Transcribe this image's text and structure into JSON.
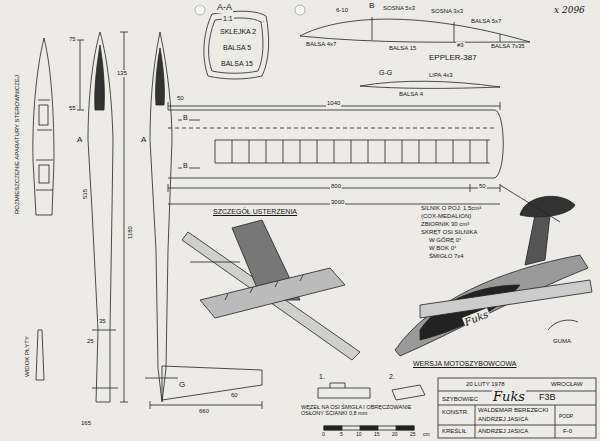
{
  "diagram": {
    "labels": [
      "A-A",
      "1:1",
      "SKLEJKA 2",
      "BALSA 5",
      "BALSA 15",
      "6-10",
      "B",
      "SOSNA 5x3",
      "SOSNA 3x3",
      "BALSA 5x7",
      "BALSA 4x7",
      "BALSA 15",
      "#3",
      "BALSA 7x35",
      "EPPLER-387",
      "G-G",
      "LIPA 4x3",
      "BALSA 4",
      "x 2096",
      "ROZMIESZCZENIE APARATURY STEROWNICZEJ",
      "WIDOK PŁYTY",
      "75",
      "55",
      "135",
      "1180",
      "535",
      "35",
      "25",
      "165",
      "660",
      "60",
      "50",
      "1040",
      "800",
      "50",
      "3000",
      "B",
      "B",
      "A",
      "A",
      "G",
      "SZCZEGÓŁ USTERZENIA",
      "SILNIK O POJ. 1,5cm³",
      "(COX-MEDALION)",
      "ZBIORNIK 30 cm³",
      "SKRĘT OSI SILNIKA",
      "W GÓRĘ 0°",
      "W BOK 0°",
      "ŚMIGŁO 7x4",
      "Fuks",
      "GUMA",
      "WERSJA MOTOSZYBOWCOWA",
      "1.",
      "2.",
      "WĘZEŁ NA OSI ŚMIGŁA I OBRĘCZOWANIE OSŁONY ŚCIANKI 0,8 mm",
      "0",
      "5",
      "10",
      "15",
      "20",
      "25",
      "cm",
      "20 LUTY 1978",
      "WROCŁAW",
      "SZYBOWIEC",
      "Fuks",
      "F3B",
      "KONSTR.",
      "WALDEMAR BEREZECKI",
      "ANDRZEJ JASICA",
      "KREŚLIŁ",
      "ANDRZEJ JASICA",
      "PODP.",
      "F-0"
    ]
  }
}
